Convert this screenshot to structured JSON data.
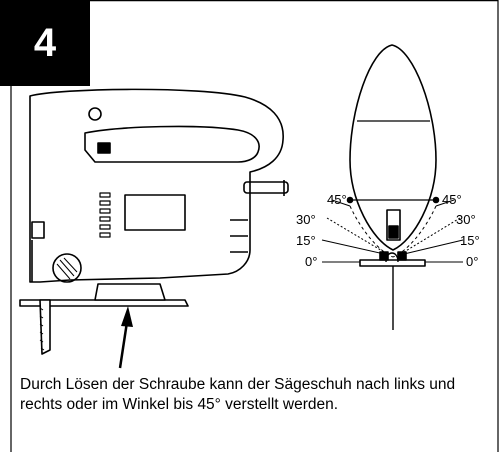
{
  "figure": {
    "step_number": "4",
    "angle_labels": {
      "left": [
        "45°",
        "30°",
        "15°",
        "0°"
      ],
      "right": [
        "45°",
        "30°",
        "15°",
        "0°"
      ]
    }
  },
  "caption": "Durch Lösen der  Schraube kann der Sägeschuh nach links und rechts oder im Winkel bis 45° verstellt werden."
}
